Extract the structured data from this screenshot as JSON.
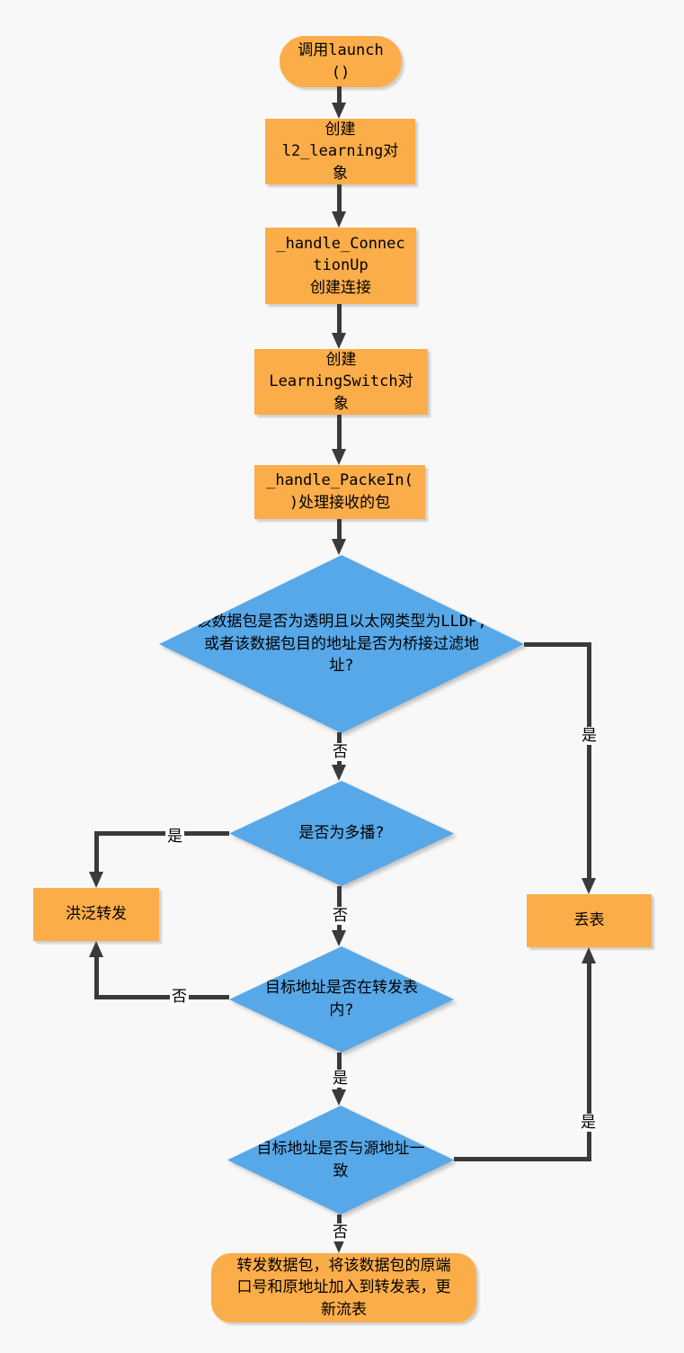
{
  "diagram": {
    "type": "flowchart",
    "colors": {
      "process_fill": "#FBAD49",
      "decision_fill": "#57A8E8",
      "connector": "#3A3A3A",
      "background": "#F8F8F8",
      "edge_label_bg": "#FCFCFC",
      "text": "#000000"
    },
    "nodes": {
      "start": {
        "label": "调用launch\n()"
      },
      "create_l2": {
        "label": "创建\nl2_learning对\n象"
      },
      "handle_connection_up": {
        "label": "_handle_Connec\ntionUp\n创建连接"
      },
      "create_learning_switch": {
        "label": "创建\nLearningSwitch对\n象"
      },
      "handle_packet_in": {
        "label": "_handle_PackeIn(\n)处理接收的包"
      },
      "decision_lldp": {
        "label": "该数据包是否为透明且以太网类型为LLDP,\n或者该数据包目的地址是否为桥接过滤地\n址?"
      },
      "decision_multicast": {
        "label": "是否为多播?"
      },
      "flood": {
        "label": "洪泛转发"
      },
      "decision_in_table": {
        "label": "目标地址是否在转发表\n内?"
      },
      "decision_same_address": {
        "label": "目标地址是否与源地址一\n致"
      },
      "drop": {
        "label": "丢表"
      },
      "forward": {
        "label": "转发数据包，将该数据包的原端\n口号和原地址加入到转发表，更\n新流表"
      }
    },
    "edge_labels": {
      "lldp_no": "否",
      "lldp_yes": "是",
      "multicast_yes": "是",
      "multicast_no": "否",
      "table_no": "否",
      "table_yes": "是",
      "same_yes": "是",
      "same_no": "否"
    }
  }
}
